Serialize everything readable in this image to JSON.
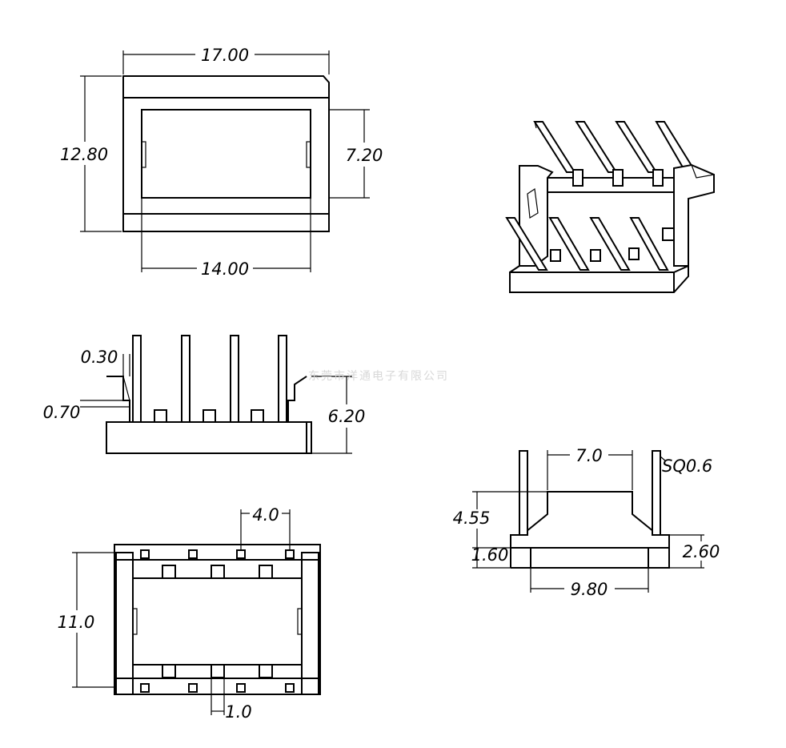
{
  "dimensions": {
    "top_width": "17.00",
    "top_height": "12.80",
    "top_inner_height": "7.20",
    "top_inner_width": "14.00",
    "front_offset_a": "0.30",
    "front_offset_b": "0.70",
    "front_height": "6.20",
    "bottom_pitch": "4.0",
    "bottom_height": "11.0",
    "bottom_pin": "1.0",
    "side_top_width": "7.0",
    "side_pin_square": "SQ0.6",
    "side_height": "4.55",
    "side_base_left": "1.60",
    "side_base_right": "2.60",
    "side_base_width": "9.80"
  },
  "watermark": "东莞市洋通电子有限公司"
}
